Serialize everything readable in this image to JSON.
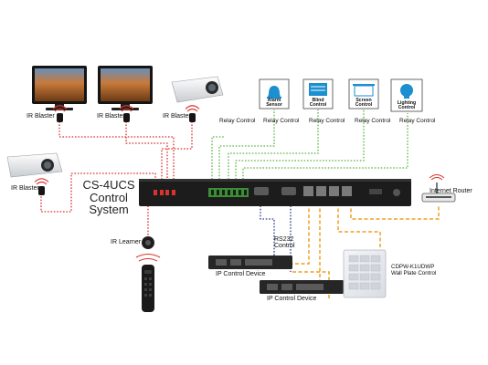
{
  "system": {
    "title_line1": "CS-4UCS",
    "title_line2": "Control System"
  },
  "labels": {
    "ir_blaster_1": "IR Blaster",
    "ir_blaster_2": "IR Blaster",
    "ir_blaster_3": "IR Blaster",
    "ir_blaster_4": "IR Blaster",
    "ir_learner": "IR Learner",
    "internet_router": "Internet Router",
    "rs232_line1": "RS232",
    "rs232_line2": "Control",
    "ip_device_1": "IP Control Device",
    "ip_device_2": "IP Control Device",
    "wall_plate_line1": "CDPW-K1UDWP",
    "wall_plate_line2": "Wall Plate Control"
  },
  "relay_labels": [
    "Relay Control",
    "Relay Control",
    "Relay Control",
    "Relay Control",
    "Relay Control"
  ],
  "relay_boxes": [
    {
      "line1": "Alarm",
      "line2": "Sensor",
      "icon": "alarm-icon"
    },
    {
      "line1": "Blind",
      "line2": "Control",
      "icon": "blind-icon"
    },
    {
      "line1": "Screen",
      "line2": "Control",
      "icon": "screen-icon"
    },
    {
      "line1": "Lighting",
      "line2": "Control",
      "icon": "lightbulb-icon"
    }
  ],
  "colors": {
    "ir_line": "#d8332c",
    "relay_line": "#5cb544",
    "rs232_line": "#2d3a8c",
    "ethernet_line": "#f0a020",
    "device_body": "#1c1c1c",
    "icon_blue": "#1b8fd0"
  }
}
